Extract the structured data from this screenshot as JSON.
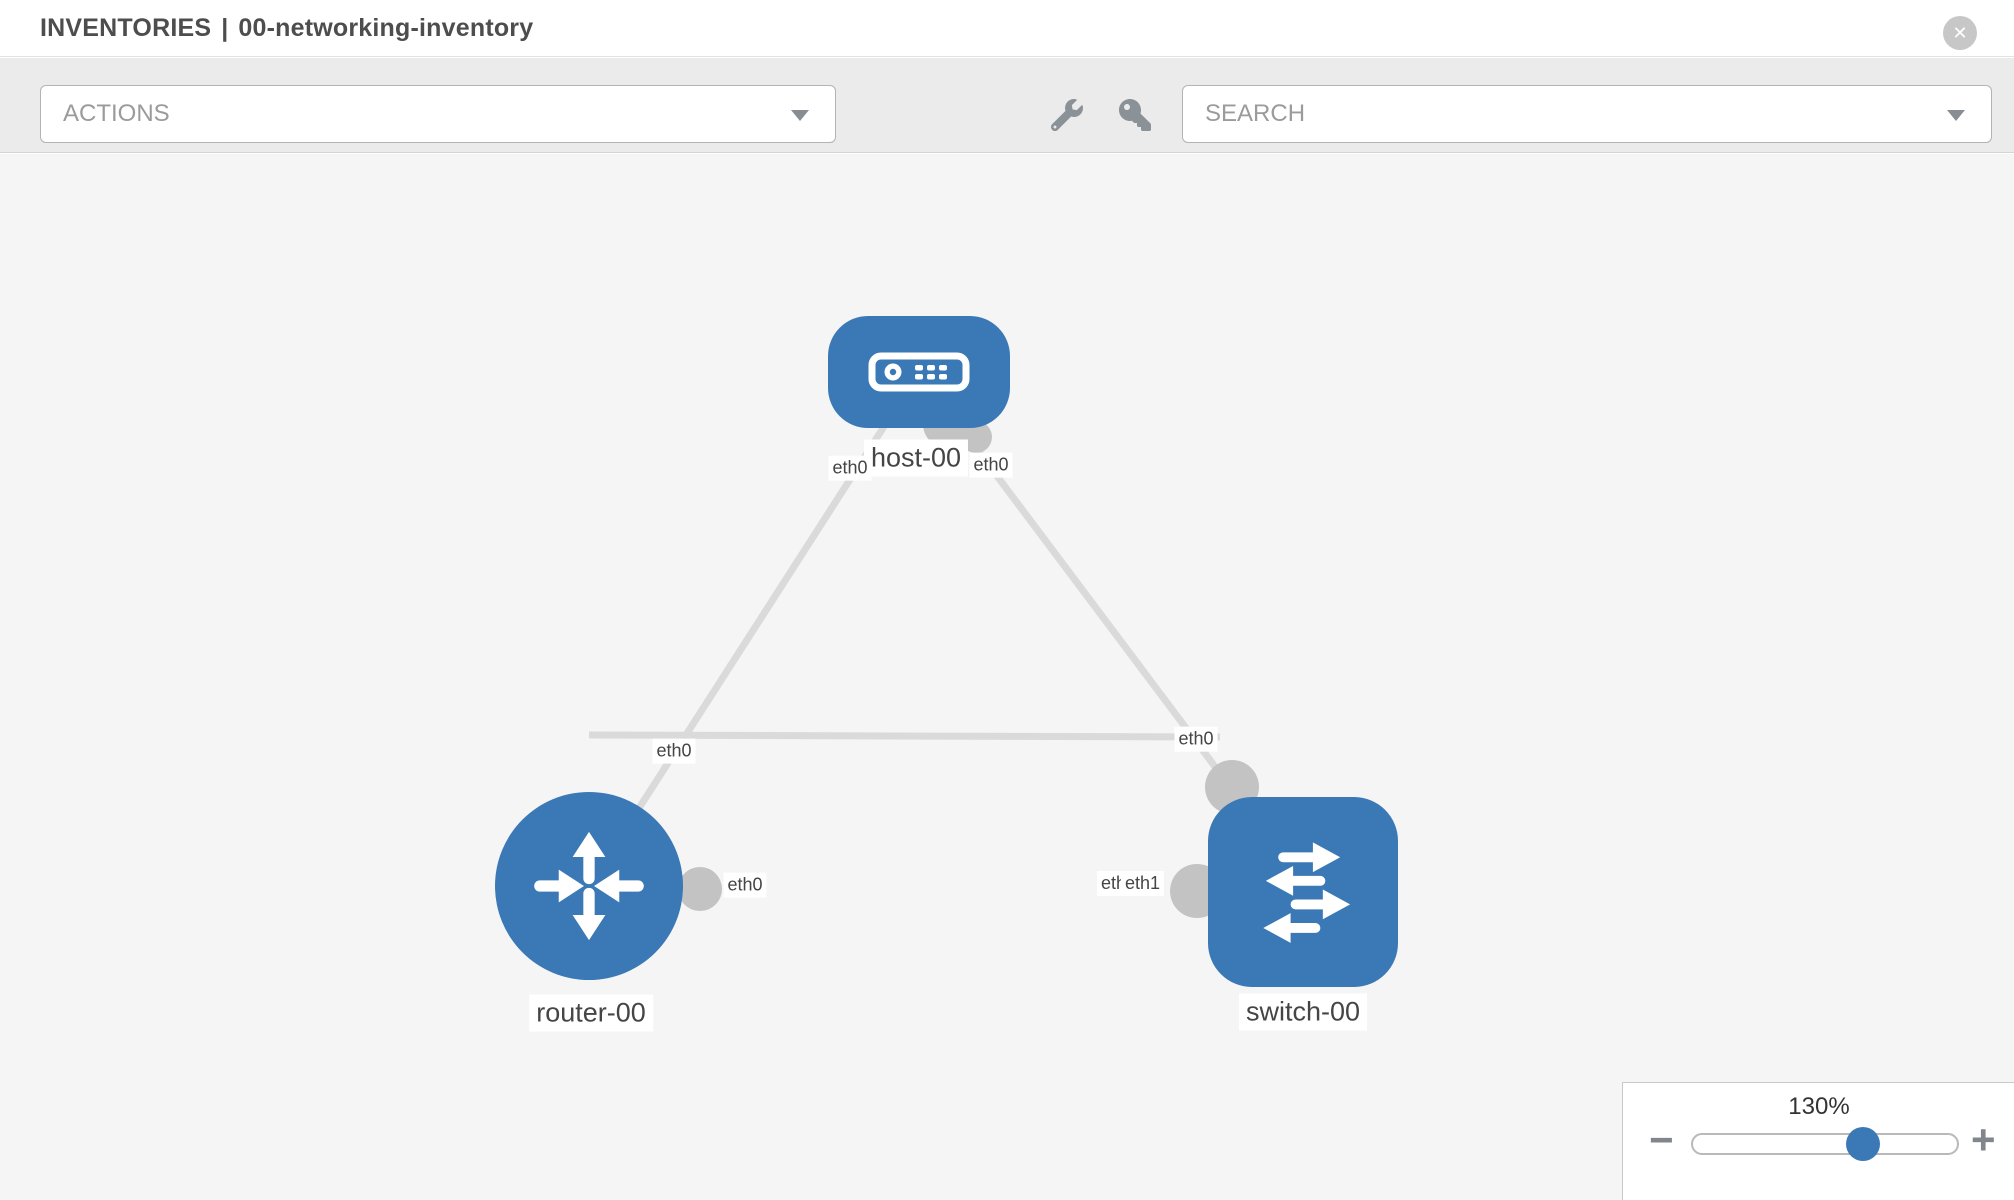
{
  "header": {
    "title_section": "INVENTORIES",
    "title_separator": "|",
    "title_name": "00-networking-inventory",
    "close_glyph": "✕"
  },
  "toolbar": {
    "actions_label": "ACTIONS",
    "search_label": "SEARCH",
    "icons": [
      "wrench",
      "key"
    ]
  },
  "topology": {
    "nodes": [
      {
        "id": "host-00",
        "type": "host",
        "label": "host-00"
      },
      {
        "id": "router-00",
        "type": "router",
        "label": "router-00"
      },
      {
        "id": "switch-00",
        "type": "switch",
        "label": "switch-00"
      }
    ],
    "links": [
      {
        "source": "host-00",
        "target": "router-00",
        "source_interface": "eth0",
        "target_interface": "eth0"
      },
      {
        "source": "host-00",
        "target": "switch-00",
        "source_interface": "eth0",
        "target_interface": "eth0"
      },
      {
        "source": "router-00",
        "target": "switch-00",
        "source_interface": "eth0",
        "target_interface": "eth1"
      }
    ],
    "overlapped_interface_label": {
      "under": "eth0",
      "over": "eth1"
    }
  },
  "zoom_control": {
    "value_label": "130%",
    "percent": 130,
    "minus_glyph": "−",
    "plus_glyph": "+"
  },
  "colors": {
    "node_blue": "#3a79b5",
    "link_gray": "#dadada",
    "interface_gray": "#c3c3c3",
    "canvas_bg": "#f5f5f6",
    "toolbar_bg": "#ebebeb",
    "label_text": "#454545"
  }
}
